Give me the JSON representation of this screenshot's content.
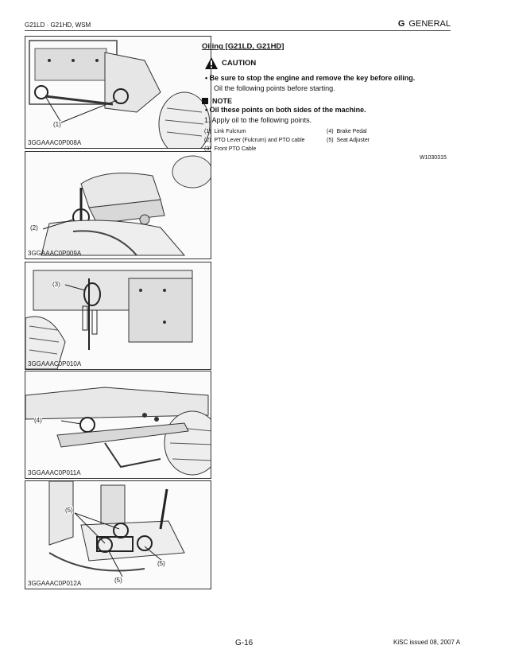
{
  "header": {
    "left": "G21LD · G21HD, WSM",
    "section_letter": "G",
    "section_title": "GENERAL"
  },
  "figures": [
    {
      "code": "3GGAAAC0P008A",
      "callouts": [
        "(1)"
      ]
    },
    {
      "code": "3GGAAAC0P009A",
      "callouts": [
        "(2)"
      ]
    },
    {
      "code": "3GGAAAC0P010A",
      "callouts": [
        "(3)"
      ]
    },
    {
      "code": "3GGAAAC0P011A",
      "callouts": [
        "(4)"
      ]
    },
    {
      "code": "3GGAAAC0P012A",
      "callouts": [
        "(5)",
        "(5)",
        "(5)"
      ]
    }
  ],
  "content": {
    "title": "Oiling [G21LD, G21HD]",
    "caution_label": "CAUTION",
    "caution_bullet": "Be sure to stop the engine and remove the key before oiling.",
    "caution_text": "Oil the following points before starting.",
    "note_label": "NOTE",
    "note_bullet": "Oil these points on both sides of the machine.",
    "step": "1.  Apply  oil to the following points.",
    "legend": [
      {
        "num": "(1)",
        "text": "Link Fulcrum"
      },
      {
        "num": "(2)",
        "text": "PTO Lever (Fulcrum) and PTO cable"
      },
      {
        "num": "(3)",
        "text": "Front PTO Cable"
      },
      {
        "num": "(4)",
        "text": "Brake Pedal"
      },
      {
        "num": "(5)",
        "text": "Seat Adjuster"
      }
    ],
    "code": "W1030315"
  },
  "footer": {
    "page": "G-16",
    "issue": "KiSC issued 08, 2007 A"
  },
  "colors": {
    "warning_triangle": "#111111",
    "rule": "#555555"
  }
}
